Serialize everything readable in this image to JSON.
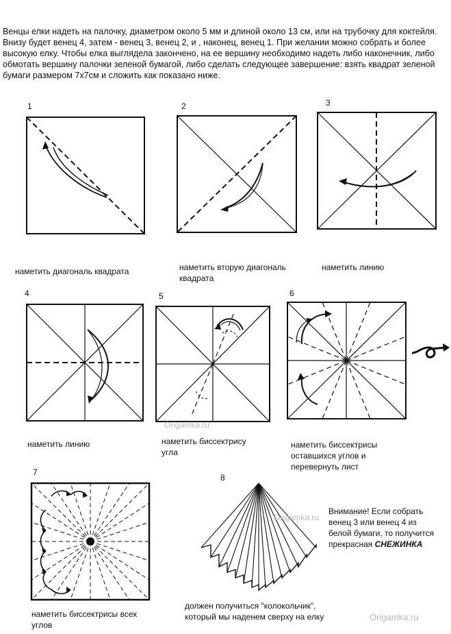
{
  "intro_text": "Венцы елки надеть на палочку, диаметром около 5 мм и длиной около 13 см, или на трубочку для коктейля. Внизу будет венец 4, затем - венец 3, венец 2, и , наконец, венец 1. При желании можно собрать и более высокую елку. Чтобы елка выглядела закончено, на ее вершину необходимо надеть либо наконечник, либо обмотать вершину палочки зеленой бумагой, либо сделать следующее завершение: взять квадрат зеленой бумаги размером 7x7см и сложить как показано ниже.",
  "steps": [
    {
      "number": "1",
      "caption": "наметить диагональ квадрата"
    },
    {
      "number": "2",
      "caption": "наметить вторую диагональ квадрата"
    },
    {
      "number": "3",
      "caption": "наметить линию"
    },
    {
      "number": "4",
      "caption": "наметить линию"
    },
    {
      "number": "5",
      "caption": "наметить биссектрису угла"
    },
    {
      "number": "6",
      "caption": "наметить биссектрисы оставшихся углов и перевернуть лист"
    },
    {
      "number": "7",
      "caption": "наметить биссектрисы всех углов"
    },
    {
      "number": "8",
      "caption": "должен получиться \"колокольчик\", который мы наденем сверху на елку"
    }
  ],
  "note": {
    "text": "Внимание! Если собрать венец 3 или венец 4 из белой бумаги, то получится прекрасная",
    "emphasis": "СНЕЖИНКА"
  },
  "watermarks": [
    "Origamka.ru",
    "Origamka.ru",
    "Origamka.ru"
  ]
}
